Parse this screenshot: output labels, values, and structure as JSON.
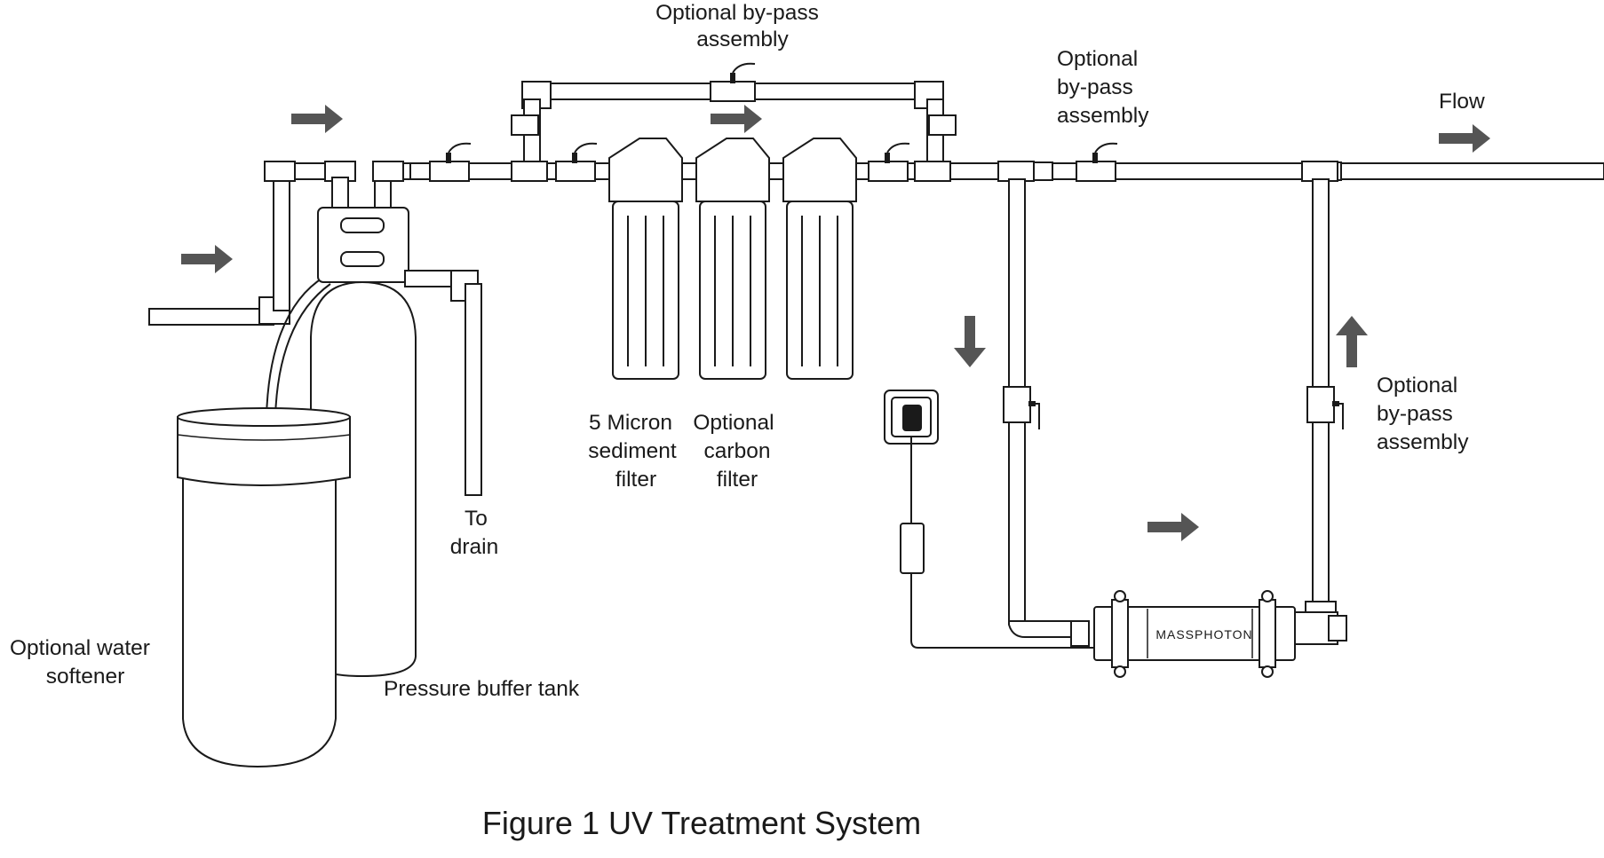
{
  "labels": {
    "bypass_top": [
      "Optional by-pass",
      "assembly"
    ],
    "bypass_mid": [
      "Optional",
      "by-pass",
      "assembly"
    ],
    "flow": "Flow",
    "bypass_right": [
      "Optional",
      "by-pass",
      "assembly"
    ],
    "sediment_filter": [
      "5 Micron",
      "sediment",
      "filter"
    ],
    "carbon_filter": [
      "Optional",
      "carbon",
      "filter"
    ],
    "to_drain": [
      "To",
      "drain"
    ],
    "water_softener": [
      "Optional water",
      "softener"
    ],
    "pressure_tank": "Pressure buffer tank",
    "uv_brand": "MASSPHOTON"
  },
  "caption": "Figure 1 UV Treatment System",
  "colors": {
    "line": "#1a1a1a",
    "arrow": "#555555",
    "background": "#ffffff"
  },
  "icons": {
    "flow_arrows": "arrow-shape",
    "valves": "valve-handle",
    "uv_sterilizer": "uv-lamp-unit",
    "control_box": "power-supply"
  }
}
